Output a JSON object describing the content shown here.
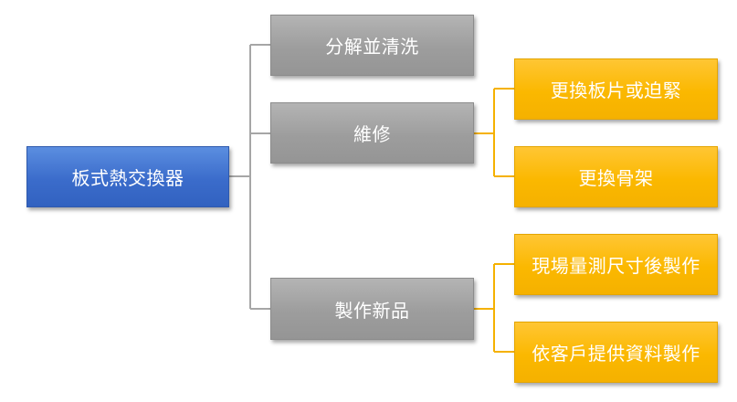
{
  "root": {
    "label": "板式熱交換器"
  },
  "branches": [
    {
      "label": "分解並清洗"
    },
    {
      "label": "維修"
    },
    {
      "label": "製作新品"
    }
  ],
  "leaves": [
    {
      "label": "更換板片或迫緊"
    },
    {
      "label": "更換骨架"
    },
    {
      "label": "現場量測尺寸後製作"
    },
    {
      "label": "依客戶提供資料製作"
    }
  ],
  "colors": {
    "root": "#3b6ccb",
    "branch": "#9d9d9d",
    "leaf": "#fbb800",
    "gray_connector": "#a6a6a6",
    "gold_connector": "#f5b100"
  }
}
